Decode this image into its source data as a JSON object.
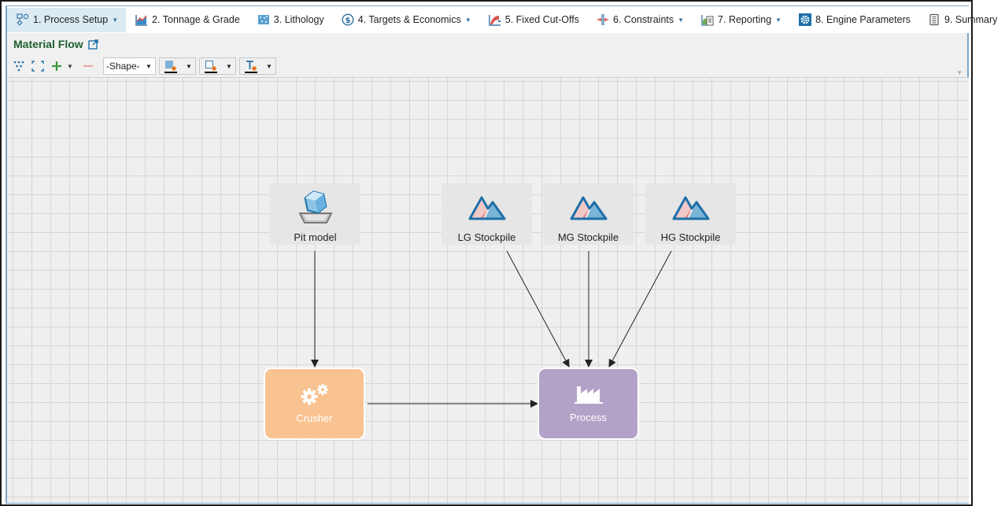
{
  "tabs": [
    {
      "label": "1. Process Setup",
      "icon": "process-setup-icon",
      "dropdown": true,
      "active": true
    },
    {
      "label": "2. Tonnage & Grade",
      "icon": "tonnage-chart-icon",
      "dropdown": false,
      "active": false
    },
    {
      "label": "3. Lithology",
      "icon": "lithology-icon",
      "dropdown": false,
      "active": false
    },
    {
      "label": "4. Targets & Economics",
      "icon": "dollar-icon",
      "dropdown": true,
      "active": false
    },
    {
      "label": "5. Fixed Cut-Offs",
      "icon": "cutoff-icon",
      "dropdown": false,
      "active": false
    },
    {
      "label": "6. Constraints",
      "icon": "constraints-icon",
      "dropdown": true,
      "active": false
    },
    {
      "label": "7. Reporting",
      "icon": "reporting-icon",
      "dropdown": true,
      "active": false
    },
    {
      "label": "8. Engine Parameters",
      "icon": "gear-icon",
      "dropdown": false,
      "active": false
    },
    {
      "label": "9. Summary",
      "icon": "summary-icon",
      "dropdown": false,
      "active": false
    }
  ],
  "panel": {
    "title": "Material Flow"
  },
  "toolbar": {
    "shape_select": "-Shape-"
  },
  "colors": {
    "crusher": "#f9c291",
    "process": "#b3a2c8",
    "title_green": "#1f5e2f",
    "active_tab": "#dbeaf3"
  },
  "nodes": {
    "pit": {
      "label": "Pit model",
      "icon": "pit-model-icon"
    },
    "lg": {
      "label": "LG Stockpile",
      "icon": "stockpile-icon"
    },
    "mg": {
      "label": "MG Stockpile",
      "icon": "stockpile-icon"
    },
    "hg": {
      "label": "HG Stockpile",
      "icon": "stockpile-icon"
    },
    "crusher": {
      "label": "Crusher",
      "icon": "gears-icon"
    },
    "process": {
      "label": "Process",
      "icon": "factory-icon"
    }
  },
  "edges": [
    {
      "from": "Pit model",
      "to": "Crusher"
    },
    {
      "from": "Crusher",
      "to": "Process"
    },
    {
      "from": "LG Stockpile",
      "to": "Process"
    },
    {
      "from": "MG Stockpile",
      "to": "Process"
    },
    {
      "from": "HG Stockpile",
      "to": "Process"
    }
  ]
}
